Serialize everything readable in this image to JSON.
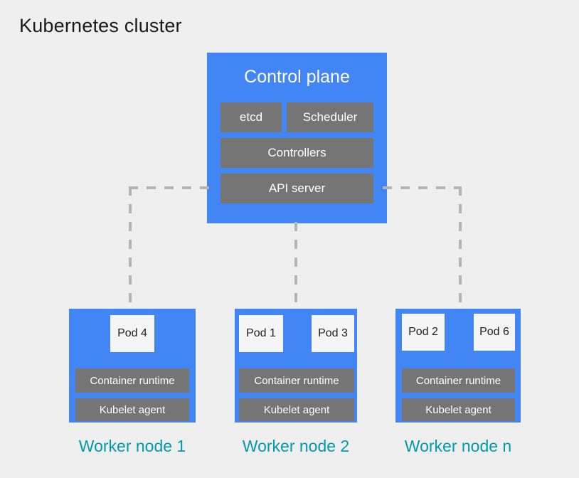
{
  "page": {
    "title": "Kubernetes cluster",
    "background_color": "#EFEFEF"
  },
  "colors": {
    "blue": "#4285F4",
    "gray": "#757575",
    "pod": "#F5F5F5",
    "teal_label": "#009BAA",
    "connector": "#B5B5B5"
  },
  "control_plane": {
    "title": "Control plane",
    "components": [
      {
        "label": "etcd"
      },
      {
        "label": "Scheduler"
      },
      {
        "label": "Controllers"
      },
      {
        "label": "API server"
      }
    ]
  },
  "worker_nodes": [
    {
      "label": "Worker node 1",
      "pods": [
        {
          "label": "Pod 4"
        }
      ],
      "container_runtime": "Container runtime",
      "kubelet_agent": "Kubelet agent"
    },
    {
      "label": "Worker node 2",
      "pods": [
        {
          "label": "Pod 1"
        },
        {
          "label": "Pod 3"
        }
      ],
      "container_runtime": "Container runtime",
      "kubelet_agent": "Kubelet agent"
    },
    {
      "label": "Worker node n",
      "pods": [
        {
          "label": "Pod 2"
        },
        {
          "label": "Pod 6"
        }
      ],
      "container_runtime": "Container runtime",
      "kubelet_agent": "Kubelet agent"
    }
  ]
}
